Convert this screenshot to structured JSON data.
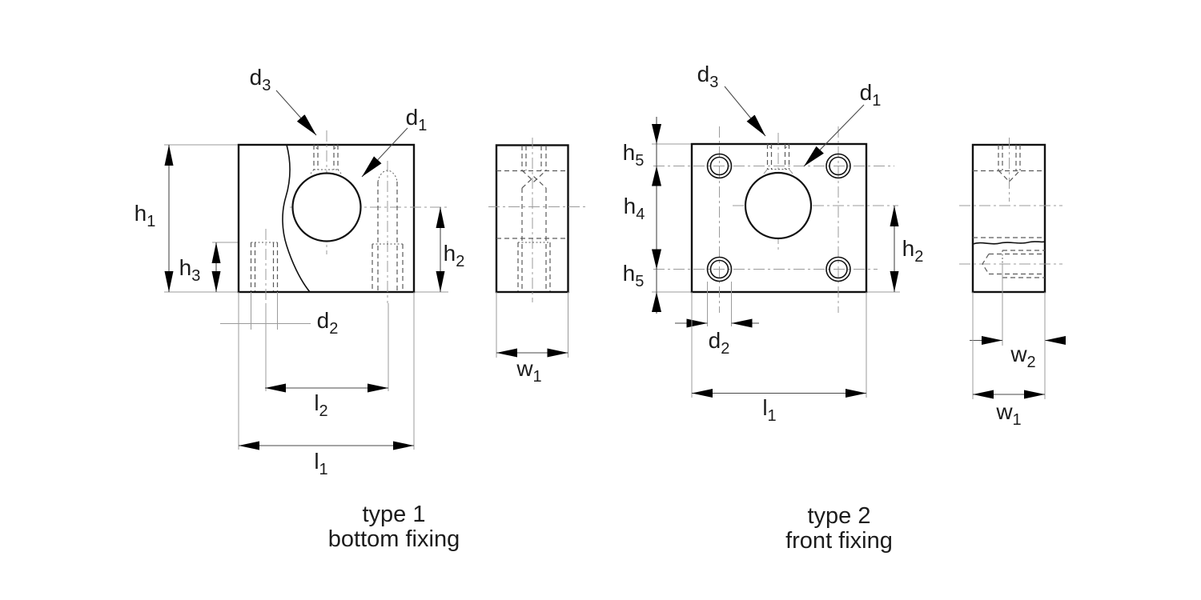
{
  "drawing": {
    "title": "fixing block dimension drawing",
    "colors": {
      "background": "#ffffff",
      "outline": "#111111",
      "thin": "#9b9b9b",
      "dim": "#4a4a4a",
      "dashed": "#5a5a5a",
      "arrow": "#000000",
      "text": "#1c1c1c"
    },
    "type1": {
      "caption": {
        "line1": "type 1",
        "line2": "bottom fixing"
      },
      "labels": {
        "d3": {
          "base": "d",
          "sub": "3"
        },
        "d1": {
          "base": "d",
          "sub": "1"
        },
        "h1": {
          "base": "h",
          "sub": "1"
        },
        "h3": {
          "base": "h",
          "sub": "3"
        },
        "h2": {
          "base": "h",
          "sub": "2"
        },
        "d2": {
          "base": "d",
          "sub": "2"
        },
        "l2": {
          "base": "l",
          "sub": "2"
        },
        "l1": {
          "base": "l",
          "sub": "1"
        },
        "w1": {
          "base": "w",
          "sub": "1"
        }
      }
    },
    "type2": {
      "caption": {
        "line1": "type 2",
        "line2": "front fixing"
      },
      "labels": {
        "d3": {
          "base": "d",
          "sub": "3"
        },
        "d1": {
          "base": "d",
          "sub": "1"
        },
        "h5_top": {
          "base": "h",
          "sub": "5"
        },
        "h4": {
          "base": "h",
          "sub": "4"
        },
        "h5_bottom": {
          "base": "h",
          "sub": "5"
        },
        "h2": {
          "base": "h",
          "sub": "2"
        },
        "d2": {
          "base": "d",
          "sub": "2"
        },
        "l1": {
          "base": "l",
          "sub": "1"
        },
        "w2": {
          "base": "w",
          "sub": "2"
        },
        "w1": {
          "base": "w",
          "sub": "1"
        }
      }
    }
  }
}
